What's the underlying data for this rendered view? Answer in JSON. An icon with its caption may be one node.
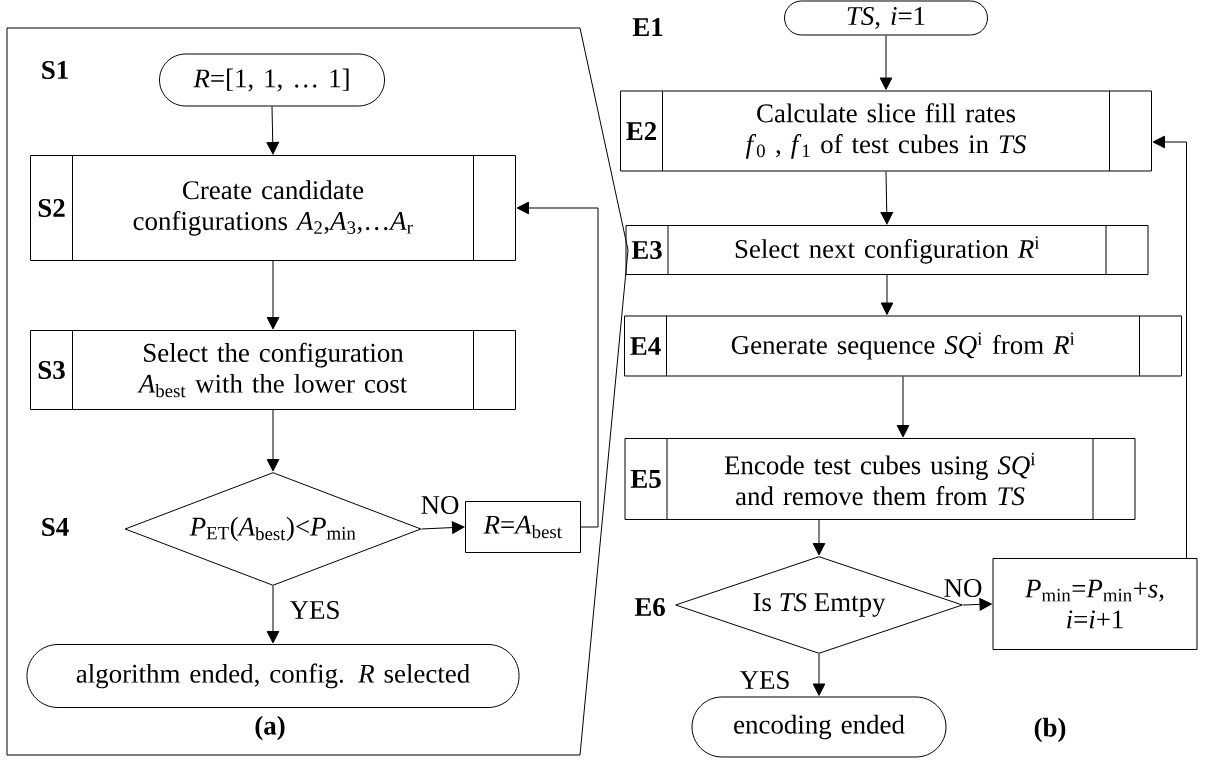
{
  "diagram": {
    "nodes": [
      {
        "text": [
          "(a)"
        ]
      },
      {
        "text": [
          "*R*=[1, 1, … 1]"
        ],
        "beside": [
          "S1"
        ],
        "in": 0
      },
      {
        "text": [
          "S2",
          "Create candidate configurations *A*$_{2}$,*A*$_{3}$,…*A*$_{r}$"
        ],
        "in": 0
      },
      {
        "text": [
          "S3",
          "Select the configuration *A*$_{best}$ with the lower cost"
        ],
        "in": 0
      },
      {
        "text": [
          "*P*$_{ET}$(*A*$_{best}$)<*P*$_{min}$"
        ],
        "beside": [
          "S4"
        ],
        "in": 0
      },
      {
        "text": [
          "*R*=*A*$_{best}$"
        ],
        "in": 0
      },
      {
        "text": [
          "algorithm ended, config. *R* selected"
        ],
        "in": 0
      },
      {
        "text": [
          "*TS*, *i*=1"
        ]
      },
      {
        "text": [
          "E2",
          "Calculate slice fill rates *f*$_{0}$ , *f*$_{1}$ of test cubes in *TS*"
        ]
      },
      {
        "text": [
          "E3",
          "Select next configuration *R*$^{i}$"
        ]
      },
      {
        "text": [
          "E4",
          "Generate sequence *SQ*$^{i}$ from *R*$^{i}$"
        ]
      },
      {
        "text": [
          "E5",
          "Encode test cubes using *SQ*$^{i}$ and remove them from *TS*"
        ]
      },
      {
        "text": [
          "Is *TS* Emtpy"
        ],
        "beside": [
          "E6"
        ]
      },
      {
        "text": [
          "*P*$_{min}$=*P*$_{min}$+*s*, *i*=*i*+1"
        ]
      },
      {
        "text": [
          "encoding ended"
        ]
      }
    ],
    "edges": [
      {
        "from": 1,
        "to": 2,
        "arrow": "to"
      },
      {
        "from": 2,
        "to": 3,
        "arrow": "to"
      },
      {
        "from": 3,
        "to": 4,
        "arrow": "to"
      },
      {
        "from": 4,
        "to": 5,
        "arrow": "to",
        "label": "NO"
      },
      {
        "from": 5,
        "to": 2,
        "arrow": "to"
      },
      {
        "from": 4,
        "to": 6,
        "arrow": "to",
        "label": "YES"
      },
      {
        "from": 7,
        "to": 8,
        "arrow": "to"
      },
      {
        "from": 8,
        "to": 9,
        "arrow": "to"
      },
      {
        "from": 9,
        "to": 10,
        "arrow": "to"
      },
      {
        "from": 10,
        "to": 11,
        "arrow": "to"
      },
      {
        "from": 11,
        "to": 12,
        "arrow": "to"
      },
      {
        "from": 12,
        "to": 13,
        "arrow": "to",
        "label": "NO"
      },
      {
        "from": 13,
        "to": 8,
        "arrow": "to"
      },
      {
        "from": 12,
        "to": 14,
        "arrow": "to",
        "label": "YES"
      }
    ],
    "labels": [
      "E1",
      "(b)"
    ]
  }
}
